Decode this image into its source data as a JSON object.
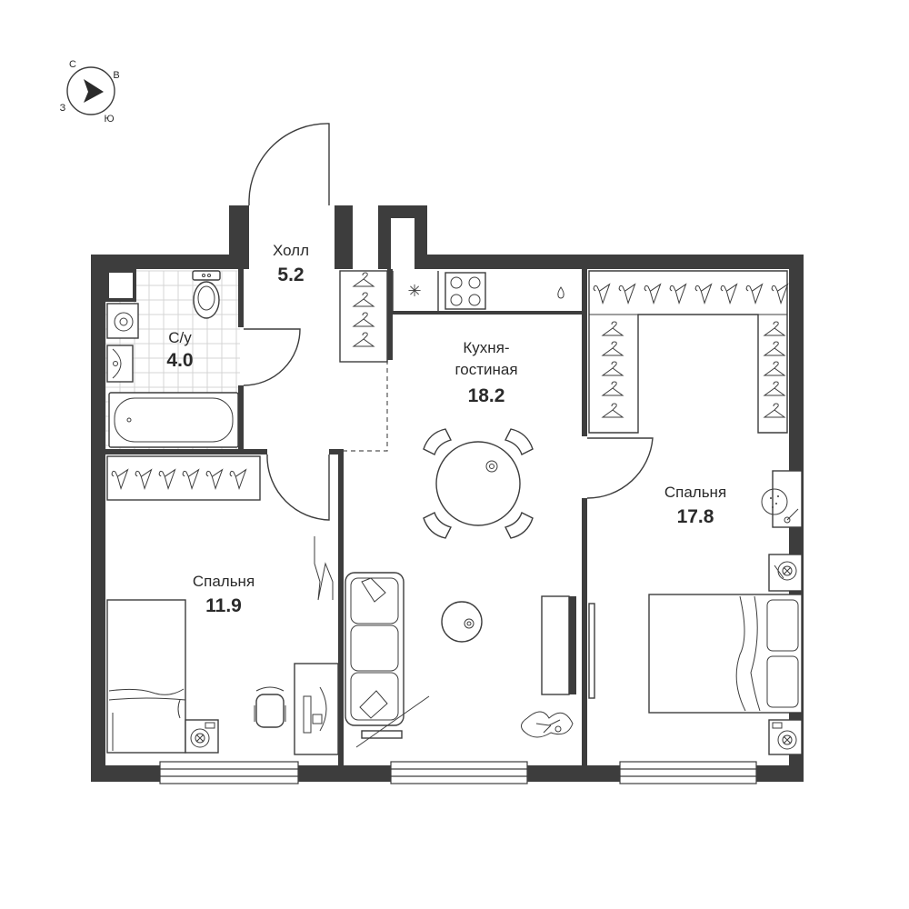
{
  "compass": {
    "north": "С",
    "east": "В",
    "south": "Ю",
    "west": "З"
  },
  "rooms": {
    "hall": {
      "name": "Холл",
      "area": "5.2"
    },
    "bathroom": {
      "name": "С/у",
      "area": "4.0"
    },
    "kitchen": {
      "name_line1": "Кухня-",
      "name_line2": "гостиная",
      "area": "18.2"
    },
    "bedroom_left": {
      "name": "Спальня",
      "area": "11.9"
    },
    "bedroom_right": {
      "name": "Спальня",
      "area": "17.8"
    }
  },
  "colors": {
    "wall": "#3d3d3d",
    "tile_grid": "#d4d4d4",
    "background": "#ffffff"
  },
  "icons": [
    "compass-icon",
    "hanger-icon",
    "stove-icon",
    "sink-icon",
    "toilet-icon",
    "washing-machine-icon",
    "bathtub-icon",
    "bed-icon",
    "sofa-icon",
    "dining-table-icon",
    "chair-icon",
    "plant-icon",
    "ventilation-icon"
  ]
}
